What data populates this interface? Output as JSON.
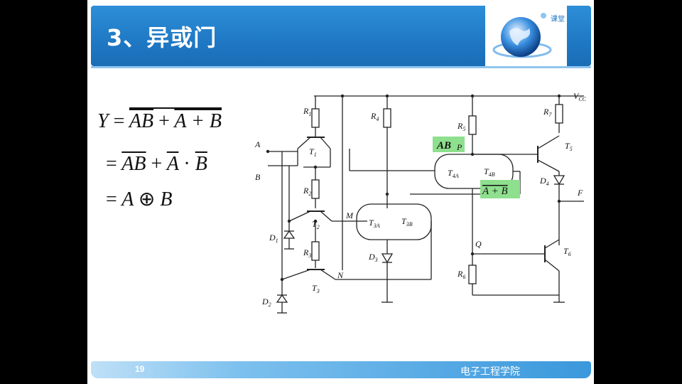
{
  "slide": {
    "title": "3、异或门",
    "logo_text": "课堂",
    "page_number": "19",
    "school": "电子工程学院"
  },
  "formulas": {
    "line1": {
      "lhs": "Y",
      "eq": "=",
      "part1": "AB",
      "plus": "+",
      "part2": "A + B"
    },
    "line2": {
      "eq": "=",
      "part1": "AB",
      "plus": "+",
      "a": "A",
      "dot": "·",
      "b": "B"
    },
    "line3": {
      "eq": "=",
      "a": "A",
      "op": "⊕",
      "b": "B"
    }
  },
  "circuit": {
    "labels": {
      "vcc": "V",
      "vcc_sub": "CC",
      "in_a": "A",
      "in_b": "B",
      "r1": "R",
      "r1s": "1",
      "r2": "R",
      "r2s": "2",
      "r3": "R",
      "r3s": "3",
      "r4": "R",
      "r4s": "4",
      "r5": "R",
      "r5s": "5",
      "r6": "R",
      "r6s": "6",
      "r7": "R",
      "r7s": "7",
      "t1": "T",
      "t1s": "1",
      "t2": "T",
      "t2s": "2",
      "t3": "T",
      "t3s": "3",
      "t3a": "T",
      "t3as": "3A",
      "t3b": "T",
      "t3bs": "3B",
      "t4a": "T",
      "t4as": "4A",
      "t4b": "T",
      "t4bs": "4B",
      "t5": "T",
      "t5s": "5",
      "t6": "T",
      "t6s": "6",
      "d1": "D",
      "d1s": "1",
      "d2": "D",
      "d2s": "2",
      "d3": "D",
      "d3s": "3",
      "d4": "D",
      "d4s": "4",
      "m": "M",
      "n": "N",
      "p": "P",
      "q": "Q",
      "f": "F",
      "ab_box": "AB",
      "aplusb_box": "A + B"
    },
    "highlight_color": "#8ee08e"
  }
}
